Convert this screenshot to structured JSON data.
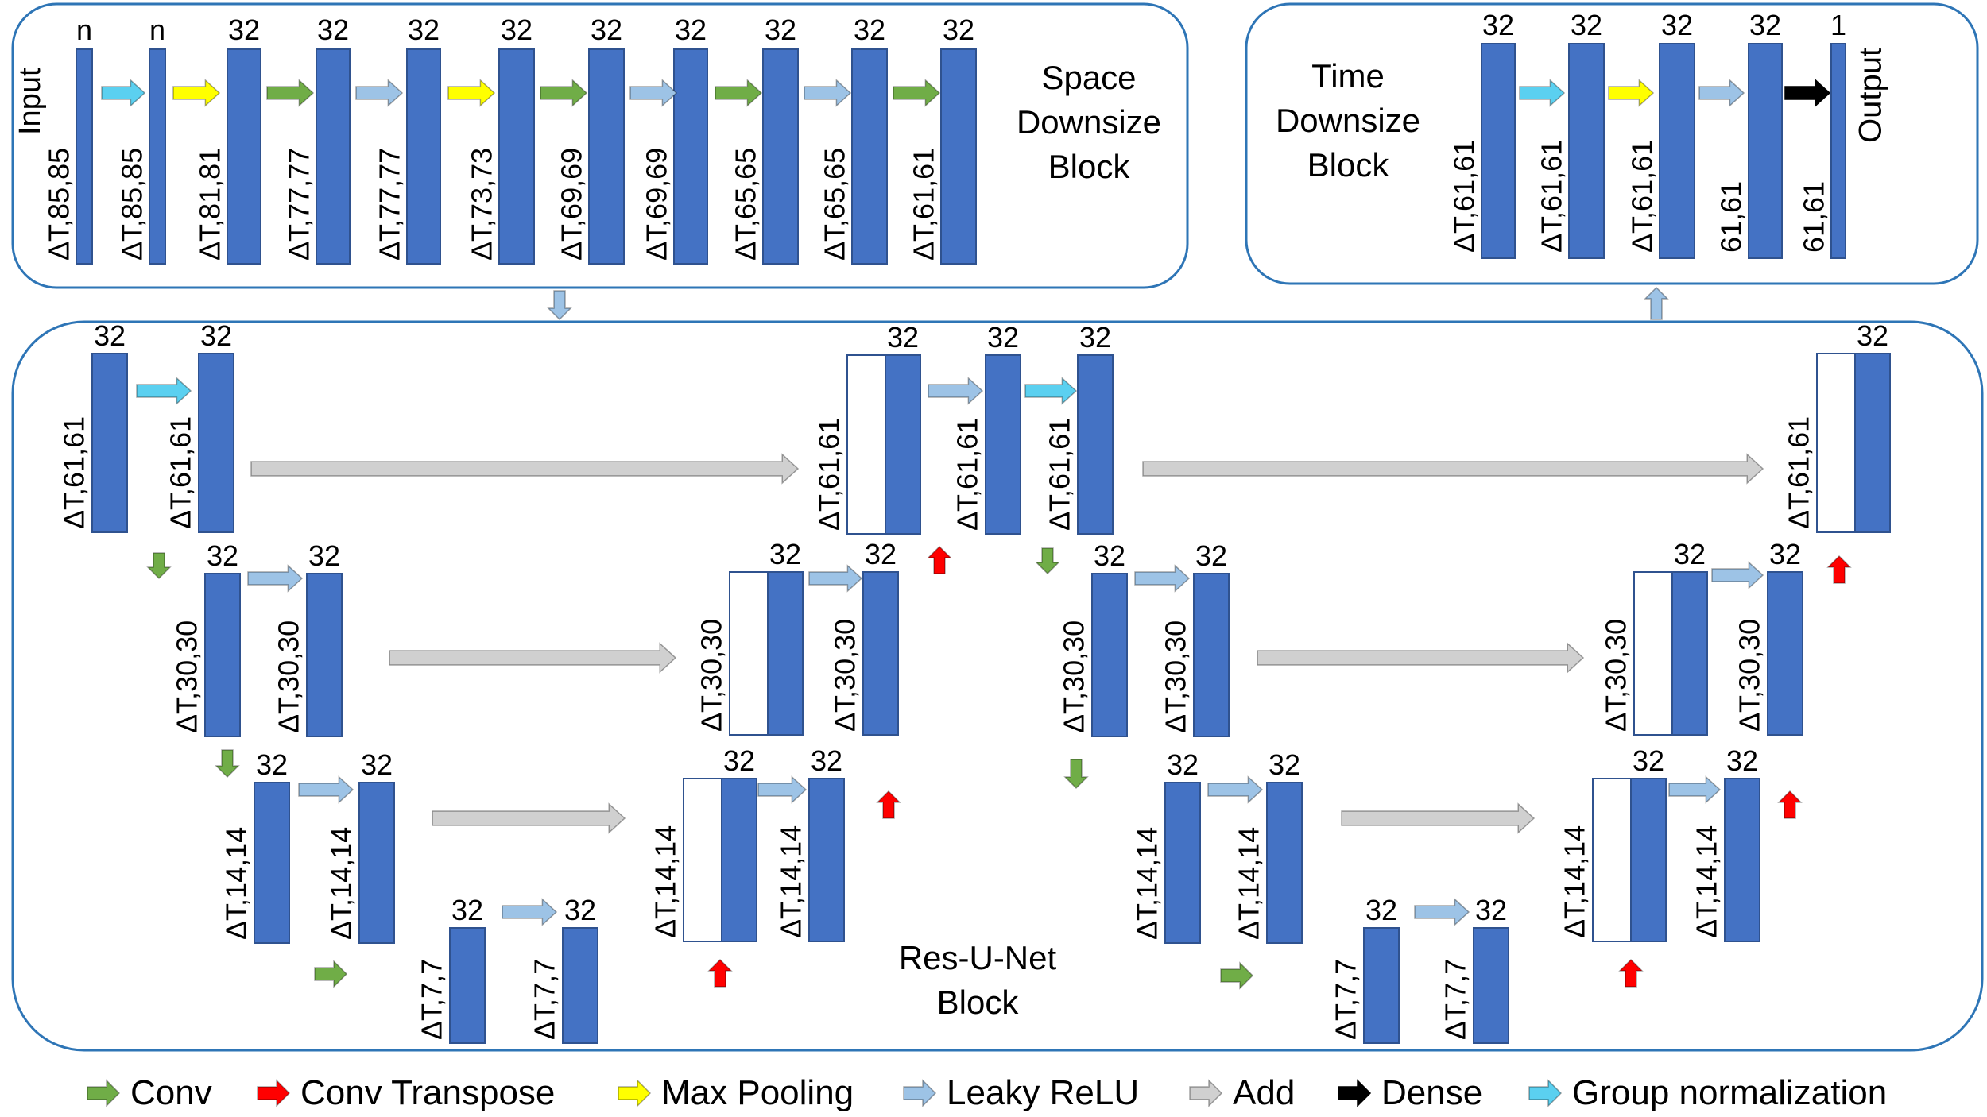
{
  "colors": {
    "block_fill": "#4472c4",
    "block_stroke": "#2f528f",
    "frame": "#2e75b6",
    "conv": "#70ad47",
    "conv_transpose": "#ff0000",
    "max_pooling": "#ffff00",
    "leaky_relu": "#9dc3e6",
    "add": "#d0d0d0",
    "dense": "#000000",
    "group_norm": "#5bd0f0"
  },
  "space_block": {
    "title": [
      "Space",
      "Downsize",
      "Block"
    ],
    "input_label": "Input",
    "layers": [
      {
        "top": "n",
        "dim": "ΔT,85,85",
        "icon": "conv-layer-icon"
      },
      {
        "top": "n",
        "dim": "ΔT,85,85",
        "icon": "group-norm-layer-icon"
      },
      {
        "top": "32",
        "dim": "ΔT,81,81",
        "icon": "max-pool-layer-icon"
      },
      {
        "top": "32",
        "dim": "ΔT,77,77",
        "icon": "conv-layer-icon"
      },
      {
        "top": "32",
        "dim": "ΔT,77,77",
        "icon": "leaky-relu-layer-icon"
      },
      {
        "top": "32",
        "dim": "ΔT,73,73",
        "icon": "max-pool-layer-icon"
      },
      {
        "top": "32",
        "dim": "ΔT,69,69",
        "icon": "conv-layer-icon"
      },
      {
        "top": "32",
        "dim": "ΔT,69,69",
        "icon": "leaky-relu-layer-icon"
      },
      {
        "top": "32",
        "dim": "ΔT,65,65",
        "icon": "conv-layer-icon"
      },
      {
        "top": "32",
        "dim": "ΔT,65,65",
        "icon": "leaky-relu-layer-icon"
      },
      {
        "top": "32",
        "dim": "ΔT,61,61",
        "icon": "conv-layer-icon"
      }
    ],
    "arrows": [
      "group-norm-arrow-icon",
      "max-pool-arrow-icon",
      "conv-arrow-icon",
      "leaky-relu-arrow-icon",
      "max-pool-arrow-icon",
      "conv-arrow-icon",
      "leaky-relu-arrow-icon",
      "conv-arrow-icon",
      "leaky-relu-arrow-icon",
      "conv-arrow-icon"
    ]
  },
  "time_block": {
    "title": [
      "Time",
      "Downsize",
      "Block"
    ],
    "output_label": "Output",
    "layers": [
      {
        "top": "32",
        "dim": "ΔT,61,61"
      },
      {
        "top": "32",
        "dim": "ΔT,61,61"
      },
      {
        "top": "32",
        "dim": "ΔT,61,61"
      },
      {
        "top": "32",
        "dim": "61,61"
      },
      {
        "top": "1",
        "dim": "61,61"
      }
    ],
    "arrows": [
      "group-norm-arrow-icon",
      "max-pool-arrow-icon",
      "leaky-relu-arrow-icon",
      "dense-arrow-icon"
    ]
  },
  "resunet_block": {
    "title": [
      "Res-U-Net",
      "Block"
    ],
    "layers": [
      {
        "top": "32",
        "dim": "ΔT,61,61"
      },
      {
        "top": "32",
        "dim": "ΔT,61,61"
      },
      {
        "top": "32",
        "dim": "ΔT,30,30"
      },
      {
        "top": "32",
        "dim": "ΔT,30,30"
      },
      {
        "top": "32",
        "dim": "ΔT,14,14"
      },
      {
        "top": "32",
        "dim": "ΔT,14,14"
      },
      {
        "top": "32",
        "dim": "ΔT,7,7"
      },
      {
        "top": "32",
        "dim": "ΔT,7,7"
      },
      {
        "top": "32",
        "dim": "ΔT,14,14"
      },
      {
        "top": "32",
        "dim": "ΔT,14,14"
      },
      {
        "top": "32",
        "dim": "ΔT,30,30"
      },
      {
        "top": "32",
        "dim": "ΔT,30,30"
      },
      {
        "top": "32",
        "dim": "ΔT,61,61"
      },
      {
        "top": "32",
        "dim": "ΔT,61,61"
      },
      {
        "top": "32",
        "dim": "ΔT,61,61"
      },
      {
        "top": "32",
        "dim": "ΔT,30,30"
      },
      {
        "top": "32",
        "dim": "ΔT,30,30"
      },
      {
        "top": "32",
        "dim": "ΔT,14,14"
      },
      {
        "top": "32",
        "dim": "ΔT,14,14"
      },
      {
        "top": "32",
        "dim": "ΔT,7,7"
      },
      {
        "top": "32",
        "dim": "ΔT,7,7"
      },
      {
        "top": "32",
        "dim": "ΔT,14,14"
      },
      {
        "top": "32",
        "dim": "ΔT,14,14"
      },
      {
        "top": "32",
        "dim": "ΔT,30,30"
      },
      {
        "top": "32",
        "dim": "ΔT,30,30"
      },
      {
        "top": "32",
        "dim": "ΔT,61,61"
      }
    ]
  },
  "legend": [
    {
      "label": "Conv",
      "icon": "conv-arrow-icon",
      "color": "#70ad47"
    },
    {
      "label": "Conv Transpose",
      "icon": "conv-transpose-arrow-icon",
      "color": "#ff0000"
    },
    {
      "label": "Max Pooling",
      "icon": "max-pool-arrow-icon",
      "color": "#ffff00"
    },
    {
      "label": "Leaky ReLU",
      "icon": "leaky-relu-arrow-icon",
      "color": "#9dc3e6"
    },
    {
      "label": "Add",
      "icon": "add-arrow-icon",
      "color": "#d0d0d0"
    },
    {
      "label": "Dense",
      "icon": "dense-arrow-icon",
      "color": "#000000"
    },
    {
      "label": "Group normalization",
      "icon": "group-norm-arrow-icon",
      "color": "#5bd0f0"
    }
  ]
}
